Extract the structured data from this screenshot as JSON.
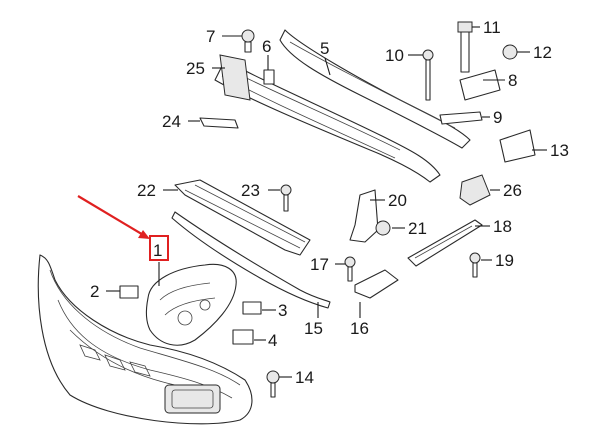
{
  "diagram": {
    "colors": {
      "line": "#1a1a1a",
      "highlight": "#e02020"
    },
    "callouts": [
      {
        "id": "1",
        "label": "1"
      },
      {
        "id": "2",
        "label": "2"
      },
      {
        "id": "3",
        "label": "3"
      },
      {
        "id": "4",
        "label": "4"
      },
      {
        "id": "5",
        "label": "5"
      },
      {
        "id": "6",
        "label": "6"
      },
      {
        "id": "7",
        "label": "7"
      },
      {
        "id": "8",
        "label": "8"
      },
      {
        "id": "9",
        "label": "9"
      },
      {
        "id": "10",
        "label": "10"
      },
      {
        "id": "11",
        "label": "11"
      },
      {
        "id": "12",
        "label": "12"
      },
      {
        "id": "13",
        "label": "13"
      },
      {
        "id": "14",
        "label": "14"
      },
      {
        "id": "15",
        "label": "15"
      },
      {
        "id": "16",
        "label": "16"
      },
      {
        "id": "17",
        "label": "17"
      },
      {
        "id": "18",
        "label": "18"
      },
      {
        "id": "19",
        "label": "19"
      },
      {
        "id": "20",
        "label": "20"
      },
      {
        "id": "21",
        "label": "21"
      },
      {
        "id": "22",
        "label": "22"
      },
      {
        "id": "23",
        "label": "23"
      },
      {
        "id": "24",
        "label": "24"
      },
      {
        "id": "25",
        "label": "25"
      },
      {
        "id": "26",
        "label": "26"
      }
    ],
    "highlighted_callout": "1"
  }
}
